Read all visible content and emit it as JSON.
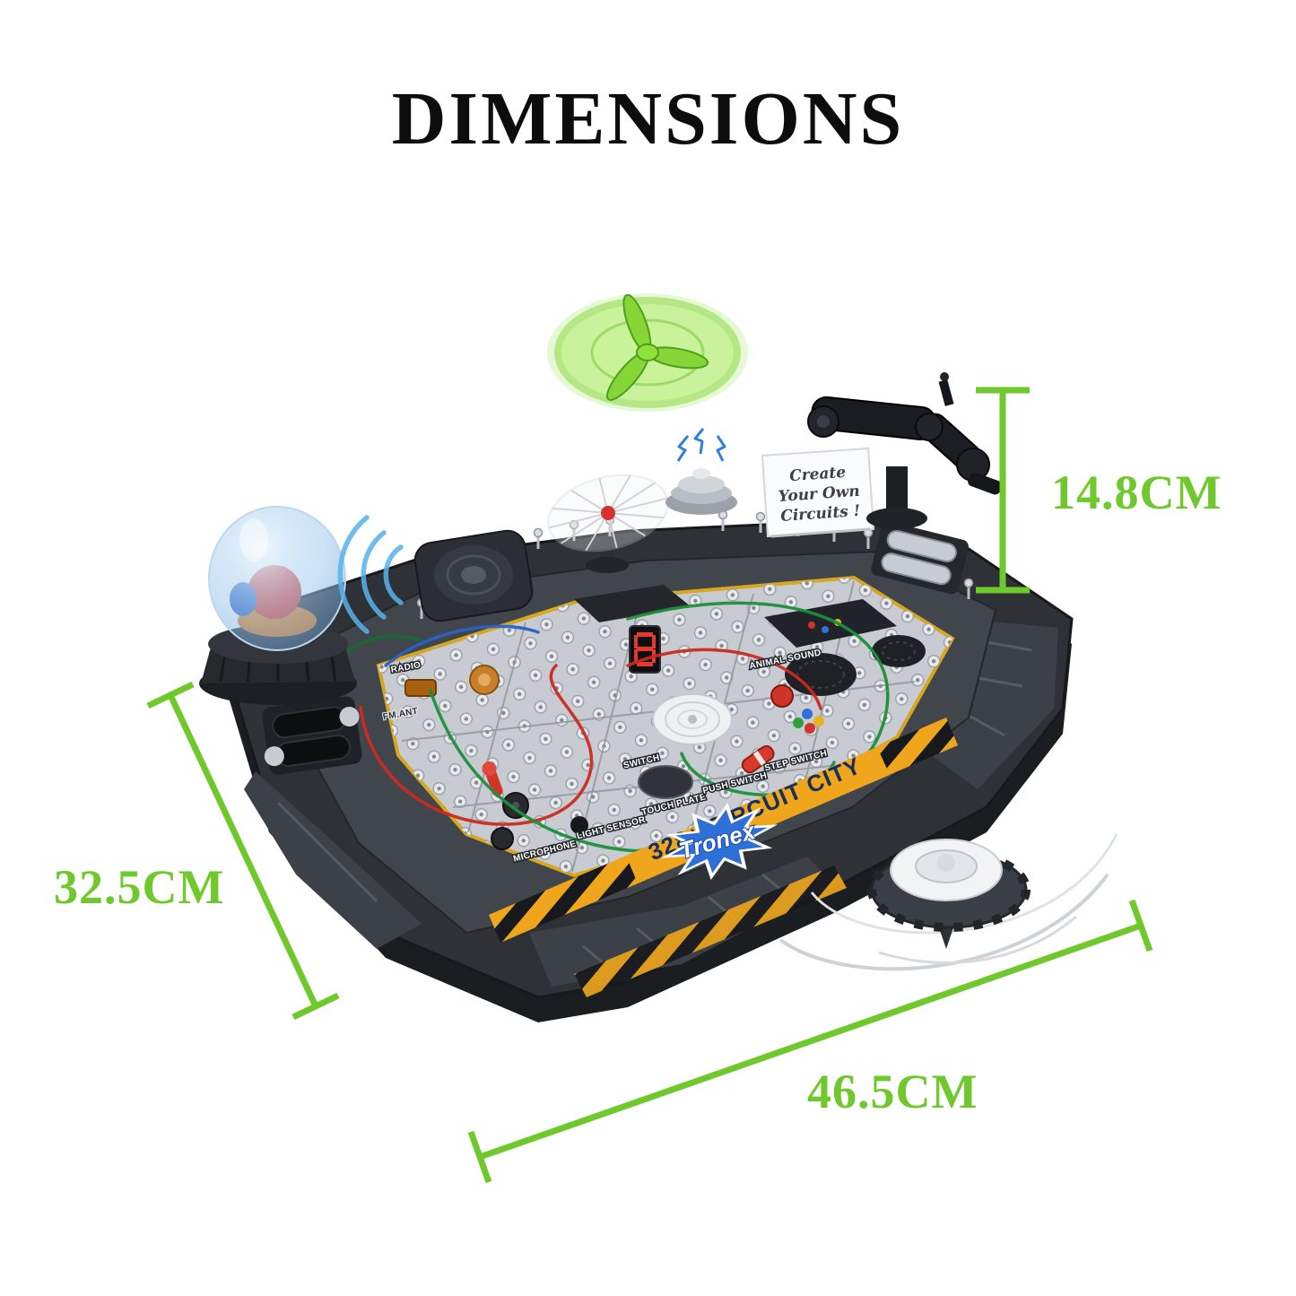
{
  "title": "DIMENSIONS",
  "dimensions": {
    "height": "14.8CM",
    "depth": "32.5CM",
    "width": "46.5CM"
  },
  "product": {
    "note_card_lines": [
      "Create",
      "Your Own",
      "Circuits !"
    ],
    "hazard_label": "328+ CIRCUIT CITY",
    "logo": "Tronex",
    "component_labels": {
      "radio": "RADIO",
      "fm_ant": "FM.ANT",
      "animal_sound": "ANIMAL SOUND",
      "switch": "SWITCH",
      "microphone": "MICROPHONE",
      "light_sensor": "LIGHT SENSOR",
      "touch_plate": "TOUCH PLATE",
      "push_switch": "PUSH SWITCH",
      "step_switch": "STEP SWITCH"
    }
  },
  "colors": {
    "dimension_green": "#6fc92d",
    "hazard_yellow": "#efa61c",
    "disc_green": "#7cd42c"
  }
}
